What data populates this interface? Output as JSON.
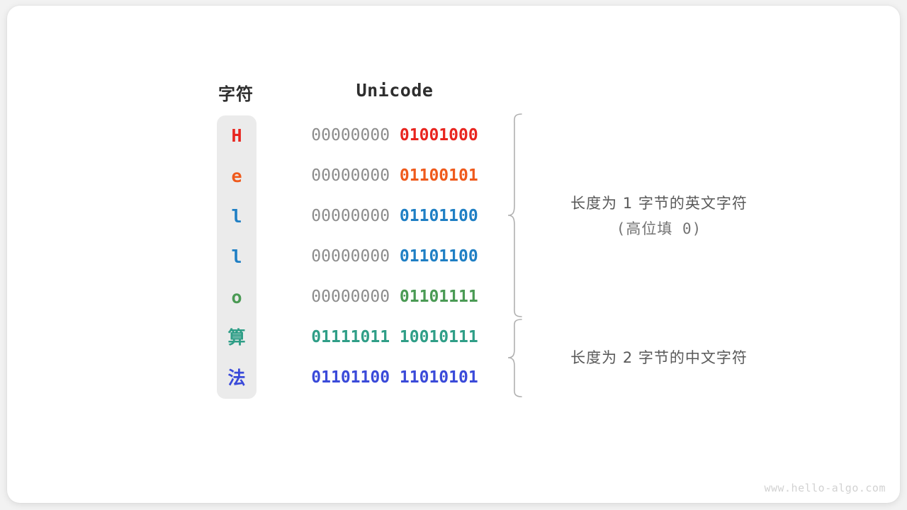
{
  "diagram": {
    "headers": {
      "char": "字符",
      "unicode": "Unicode"
    },
    "rows": [
      {
        "char": "H",
        "char_color": "#e8251f",
        "high_byte": "00000000",
        "low_byte": "01001000",
        "code_color": "#e8251f"
      },
      {
        "char": "e",
        "char_color": "#ef5a1c",
        "high_byte": "00000000",
        "low_byte": "01100101",
        "code_color": "#ef5a1c"
      },
      {
        "char": "l",
        "char_color": "#1f7fc4",
        "high_byte": "00000000",
        "low_byte": "01101100",
        "code_color": "#1f7fc4"
      },
      {
        "char": "l",
        "char_color": "#1f7fc4",
        "high_byte": "00000000",
        "low_byte": "01101100",
        "code_color": "#1f7fc4"
      },
      {
        "char": "o",
        "char_color": "#4a9a54",
        "high_byte": "00000000",
        "low_byte": "01101111",
        "code_color": "#4a9a54"
      },
      {
        "char": "算",
        "char_color": "#2f9e87",
        "high_byte": "01111011",
        "low_byte": "10010111",
        "code_color": "#2f9e87",
        "both_bytes_colored": true
      },
      {
        "char": "法",
        "char_color": "#3a4ad9",
        "high_byte": "01101100",
        "low_byte": "11010101",
        "code_color": "#3a4ad9",
        "both_bytes_colored": true
      }
    ],
    "annotations": [
      {
        "line1": "长度为 1 字节的英文字符",
        "line2": "(高位填 0)"
      },
      {
        "line1": "长度为 2 字节的中文字符",
        "line2": ""
      }
    ],
    "watermark": "www.hello-algo.com",
    "colors": {
      "high_byte_gray": "#8c8c8c",
      "char_column_bg": "#ebebeb",
      "brace_gray": "#b0b0b0",
      "annotation_gray": "#595959",
      "card_bg": "#ffffff",
      "page_bg": "#f2f2f2"
    }
  }
}
